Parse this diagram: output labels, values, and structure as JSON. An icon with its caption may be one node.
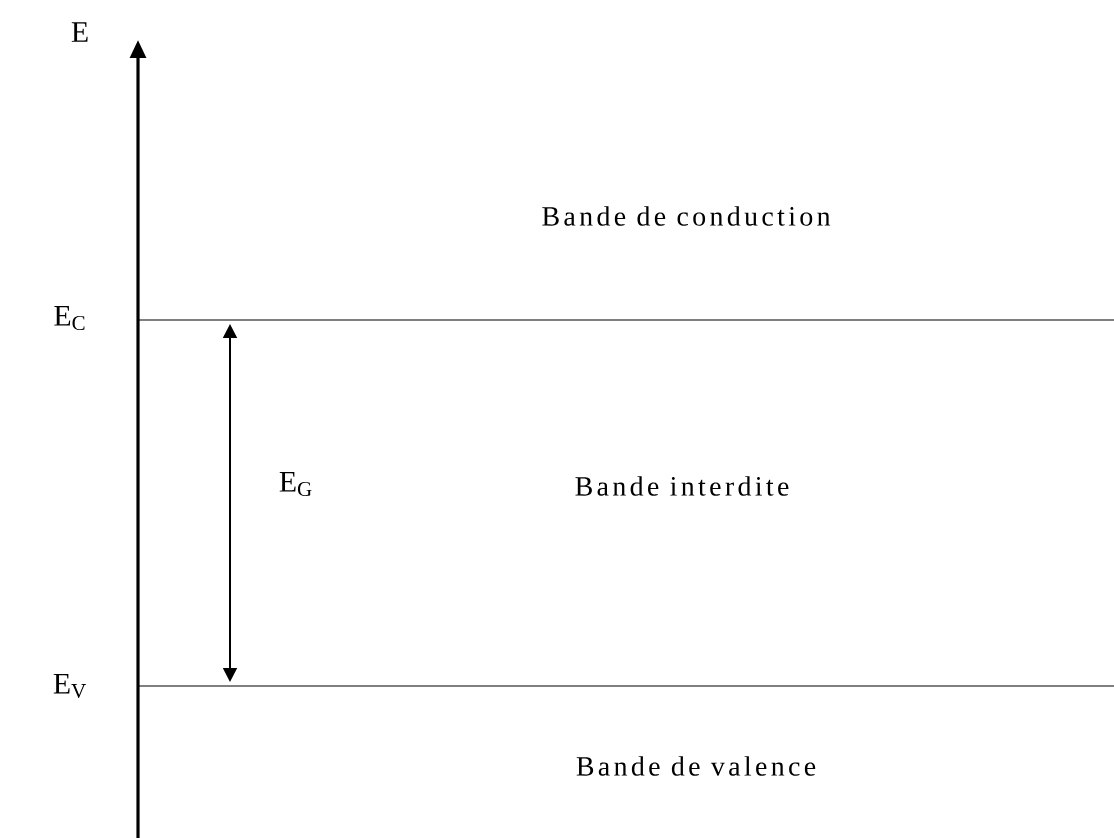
{
  "diagram": {
    "labels": [
      "E",
      "Bande de conduction",
      "E$_{C}$",
      "E$_{G}$",
      "Bande interdite",
      "E$_{V}$",
      "Bande de valence"
    ]
  }
}
